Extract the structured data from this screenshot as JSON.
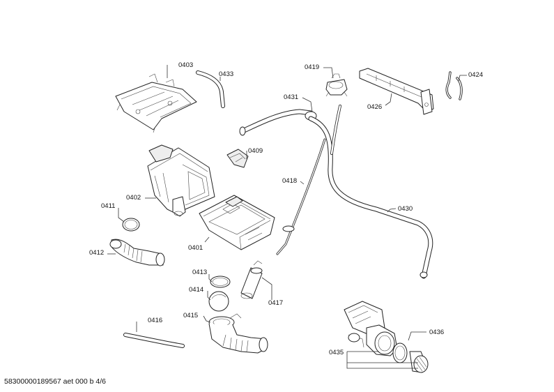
{
  "labels": {
    "p0401": "0401",
    "p0402": "0402",
    "p0403": "0403",
    "p0409": "0409",
    "p0411": "0411",
    "p0412": "0412",
    "p0413": "0413",
    "p0414": "0414",
    "p0415": "0415",
    "p0416": "0416",
    "p0417": "0417",
    "p0418": "0418",
    "p0419": "0419",
    "p0424": "0424",
    "p0426": "0426",
    "p0430": "0430",
    "p0431": "0431",
    "p0433": "0433",
    "p0435": "0435",
    "p0436": "0436"
  },
  "footer": {
    "document_id": "58300000189567 aet 000 b 4/6"
  }
}
